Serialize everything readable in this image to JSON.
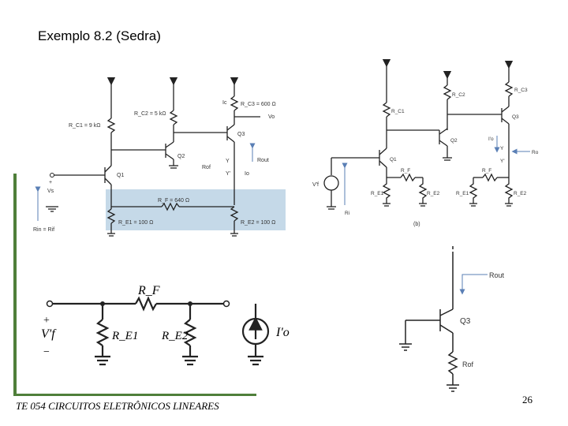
{
  "title": "Exemplo 8.2 (Sedra)",
  "footer": "TE 054 CIRCUITOS ELETRÔNICOS LINEARES",
  "page_number": "26",
  "colors": {
    "green_bar": "#4f7f3a",
    "shaded_region": "#c5d9e8",
    "wire": "#222222",
    "annotation": "#5a7fb5"
  },
  "circuit_a": {
    "rc1": "R_C1 = 9 kΩ",
    "rc2": "R_C2 = 5 kΩ",
    "rc3": "R_C3 = 600 Ω",
    "rf": "R_F = 640 Ω",
    "re1": "R_E1 = 100 Ω",
    "re2": "R_E2 = 100 Ω",
    "q1": "Q1",
    "q2": "Q2",
    "q3": "Q3",
    "vs": "Vs",
    "vo": "Vo",
    "ic": "Ic",
    "io": "Io",
    "rout": "Rout",
    "rof": "Rof",
    "rin": "Rin = Rif",
    "y": "Y",
    "yp": "Y'",
    "plus": "+",
    "minus": "−"
  },
  "circuit_b": {
    "rc1": "R_C1",
    "rc2": "R_C2",
    "rc3": "R_C3",
    "rf": "R_F",
    "re1": "R_E1",
    "re2": "R_E2",
    "re1b": "R_E1",
    "re2b": "R_E2",
    "q1": "Q1",
    "q2": "Q2",
    "q3": "Q3",
    "vi": "V'f",
    "ri": "Ri",
    "ro": "Ro",
    "io": "I'o",
    "y": "Y",
    "yp": "Y'",
    "caption": "(b)"
  },
  "circuit_c": {
    "rf": "R_F",
    "re1": "R_E1",
    "re2": "R_E2",
    "vf": "V'f",
    "io": "I'o",
    "plus": "+",
    "minus": "−"
  },
  "circuit_d": {
    "rout": "Rout",
    "q3": "Q3",
    "rof": "Rof"
  }
}
